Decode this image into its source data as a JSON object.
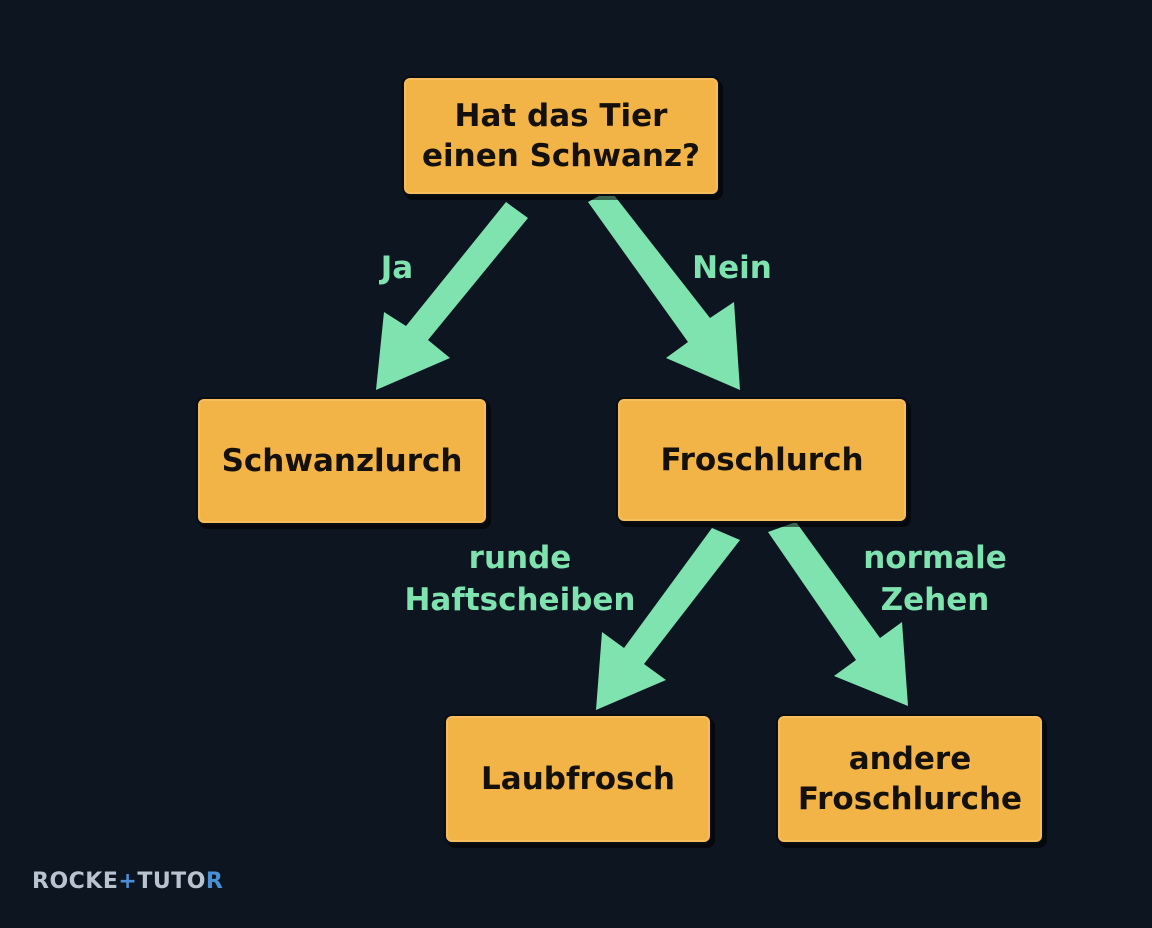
{
  "nodes": {
    "root": {
      "line1": "Hat das Tier",
      "line2": "einen Schwanz?"
    },
    "schwanzlurch": {
      "label": "Schwanzlurch"
    },
    "froschlurch": {
      "label": "Froschlurch"
    },
    "laubfrosch": {
      "label": "Laubfrosch"
    },
    "andere": {
      "line1": "andere",
      "line2": "Froschlurche"
    }
  },
  "edges": {
    "ja": {
      "label": "Ja"
    },
    "nein": {
      "label": "Nein"
    },
    "haftscheiben": {
      "line1": "runde",
      "line2": "Haftscheiben"
    },
    "zehen": {
      "line1": "normale",
      "line2": "Zehen"
    }
  },
  "logo": {
    "part1": "ROCKE",
    "part2": "+",
    "part3": "TUTO",
    "part4": "R"
  },
  "colors": {
    "background": "#0c1520",
    "node_fill": "#f2b347",
    "arrow": "#7fe3b0",
    "text_dark": "#14110c"
  }
}
